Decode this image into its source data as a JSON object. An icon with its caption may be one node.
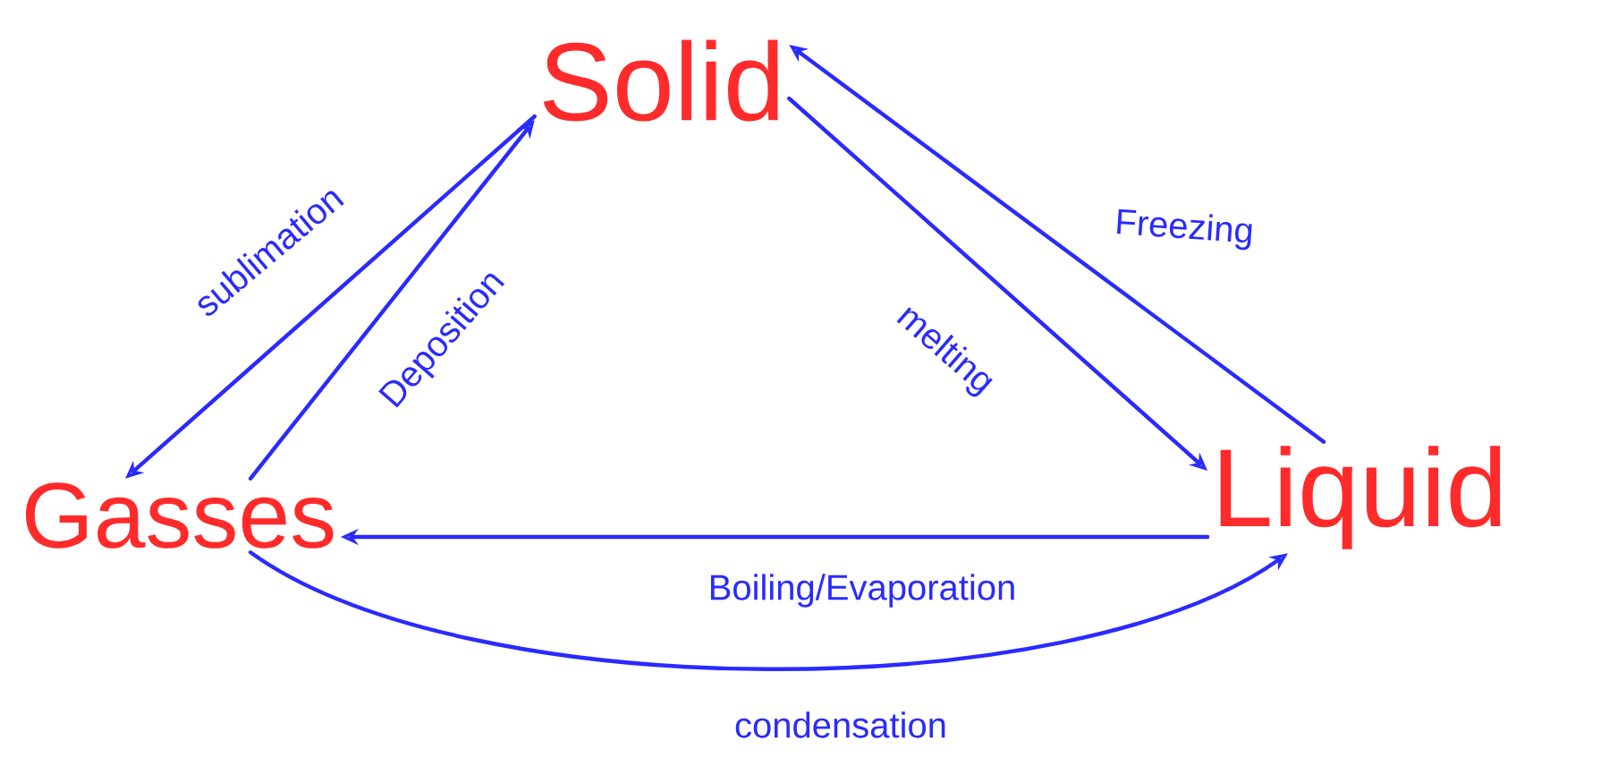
{
  "diagram": {
    "nodes": [
      {
        "text": [
          "Solid"
        ]
      },
      {
        "text": [
          "Liquid"
        ]
      },
      {
        "text": [
          "Gasses"
        ]
      }
    ],
    "edges": [
      {
        "from": 0,
        "to": 2,
        "arrow": "to",
        "label": "sublimation"
      },
      {
        "from": 2,
        "to": 0,
        "arrow": "to",
        "label": "Deposition"
      },
      {
        "from": 0,
        "to": 1,
        "arrow": "to",
        "label": "melting"
      },
      {
        "from": 1,
        "to": 0,
        "arrow": "to",
        "label": "Freezing"
      },
      {
        "from": 1,
        "to": 2,
        "arrow": "to",
        "label": "Boiling/Evaporation"
      },
      {
        "from": 2,
        "to": 1,
        "arrow": "to",
        "label": "condensation"
      }
    ]
  }
}
